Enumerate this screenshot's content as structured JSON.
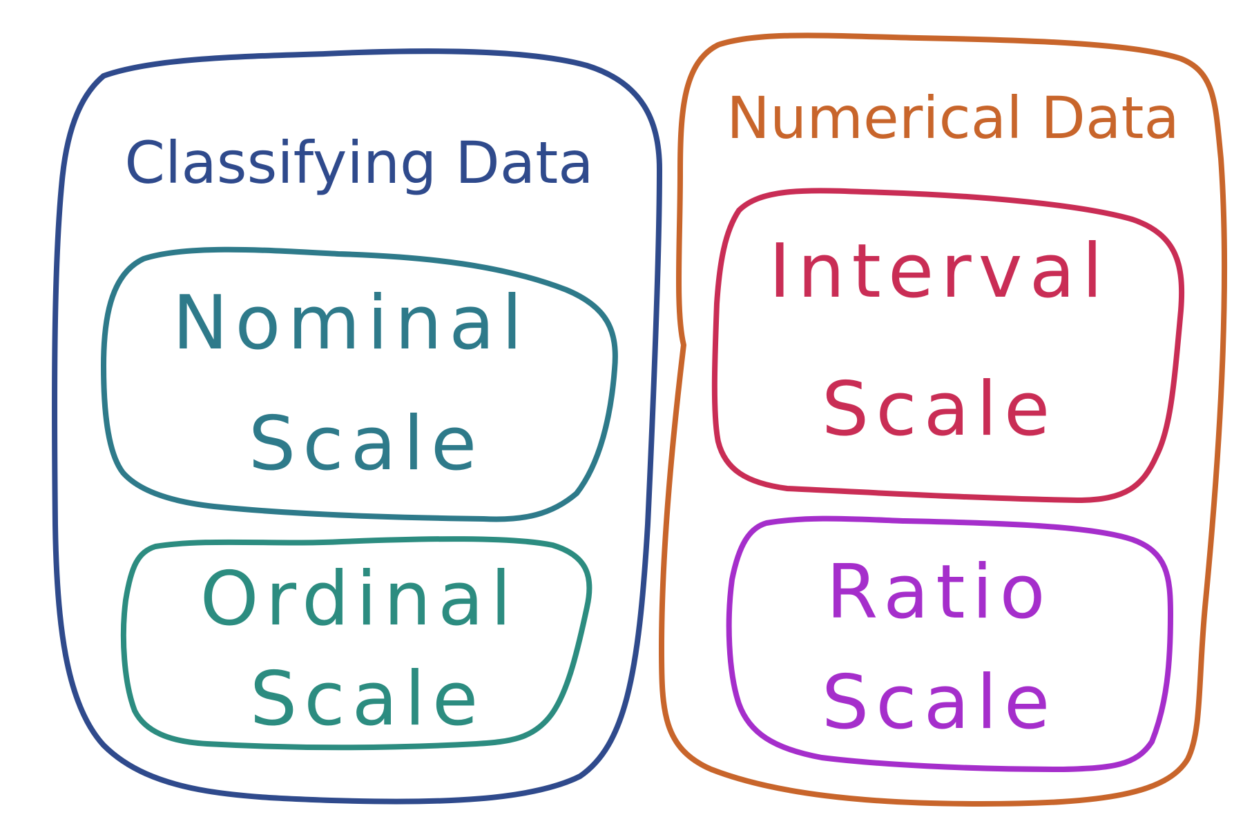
{
  "colors": {
    "classifying": "#2F4A8C",
    "numerical": "#C8652B",
    "nominal": "#2E7A8A",
    "ordinal": "#2C8C80",
    "interval": "#C92D55",
    "ratio": "#A52ECB"
  },
  "groups": {
    "classifying": {
      "title": "Classifying Data",
      "items": {
        "nominal": {
          "line1": "Nominal",
          "line2": "Scale"
        },
        "ordinal": {
          "line1": "Ordinal",
          "line2": "Scale"
        }
      }
    },
    "numerical": {
      "title": "Numerical Data",
      "items": {
        "interval": {
          "line1": "Interval",
          "line2": "Scale"
        },
        "ratio": {
          "line1": "Ratio",
          "line2": "Scale"
        }
      }
    }
  }
}
